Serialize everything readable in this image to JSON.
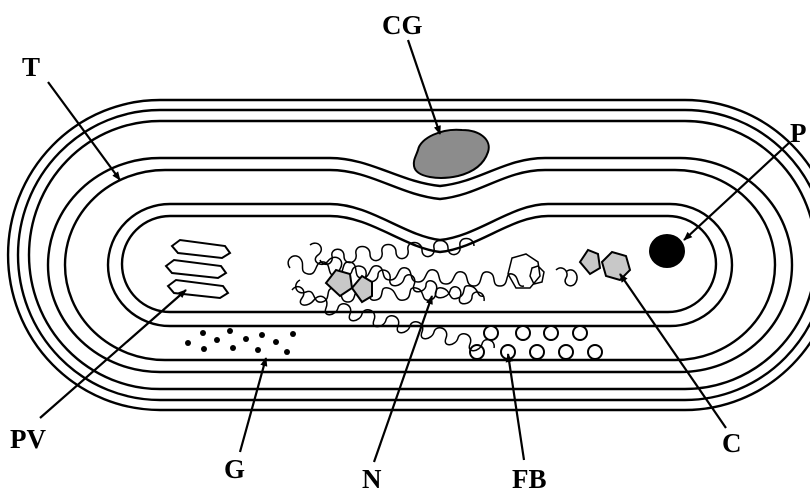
{
  "labels": {
    "cg": "CG",
    "t": "T",
    "p": "P",
    "pv": "PV",
    "g": "G",
    "n": "N",
    "fb": "FB",
    "c": "C"
  },
  "colors": {
    "stroke": "#000000",
    "cyanophycin_granule": "#8c8c8c",
    "carboxysome": "#c8c8c8",
    "polyphosphate": "#000000",
    "background": "#ffffff"
  }
}
